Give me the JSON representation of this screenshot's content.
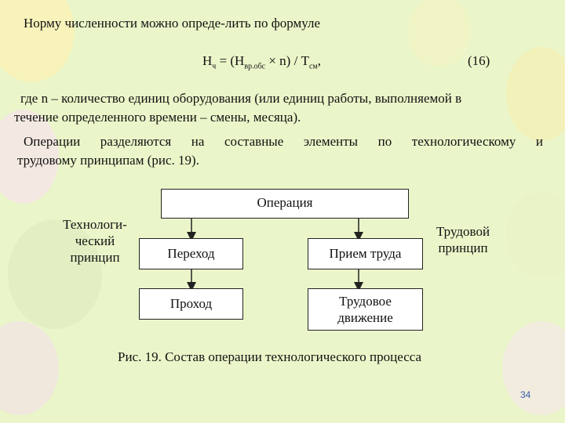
{
  "paragraphs": {
    "p1": "Норму численности можно опреде-лить по формуле",
    "p2_line1": "где n – количество единиц оборудования (или единиц работы, выполняемой в",
    "p2_line2": "течение определенного времени – смены, месяца).",
    "p3_line1": "Операции разделяются на составные элементы по технологическому и",
    "p3_line2": "трудовому принципам (рис. 19)."
  },
  "formula": {
    "lhs": "Н",
    "lhs_sub": "ч",
    "eq": " = (Н",
    "sub1": "вр.обс",
    "mid": " × n) / Т",
    "sub2": "см",
    "tail": ",",
    "number": "(16)"
  },
  "diagram": {
    "operation": "Операция",
    "perehod": "Переход",
    "prohod": "Проход",
    "priem": "Прием труда",
    "dvizhenie_line1": "Трудовое",
    "dvizhenie_line2": "движение",
    "tech_line1": "Технологи-",
    "tech_line2": "ческий",
    "tech_line3": "принцип",
    "labor_line1": "Трудовой",
    "labor_line2": "принцип"
  },
  "caption": "Рис. 19. Состав операции технологического процесса",
  "page_number": "34"
}
